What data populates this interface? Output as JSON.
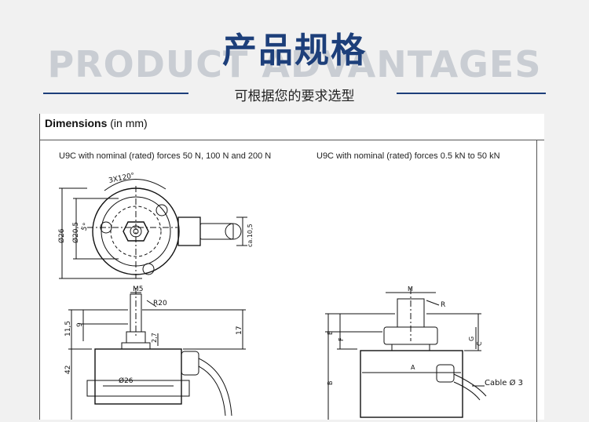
{
  "header": {
    "title": "产品规格",
    "background_word": "PRODUCT ADVANTAGES",
    "subtitle": "可根据您的要求选型",
    "accent_color": "#1d3f7a"
  },
  "document": {
    "heading_bold": "Dimensions",
    "heading_unit": "(in mm)",
    "left_caption": "U9C with nominal (rated) forces 50 N, 100 N and 200 N",
    "right_caption": "U9C with nominal (rated) forces 0.5 kN to 50 kN",
    "left_drawing": {
      "angle_label": "3X120°",
      "d26_top": "Ø26",
      "d20_5": "Ø20,5",
      "angle_5": "5°",
      "ca_10_5": "ca.10,5",
      "m5": "M5",
      "r20": "R20",
      "h11_5": "11,5",
      "h9": "9",
      "h2_7": "2,7",
      "h17": "17",
      "h42": "42",
      "d26_bottom": "Ø26"
    },
    "right_drawing": {
      "m": "M",
      "r": "R",
      "e": "E",
      "f": "F",
      "g": "G",
      "c": "C",
      "a": "A",
      "b": "B",
      "cable": "Cable Ø 3"
    }
  }
}
